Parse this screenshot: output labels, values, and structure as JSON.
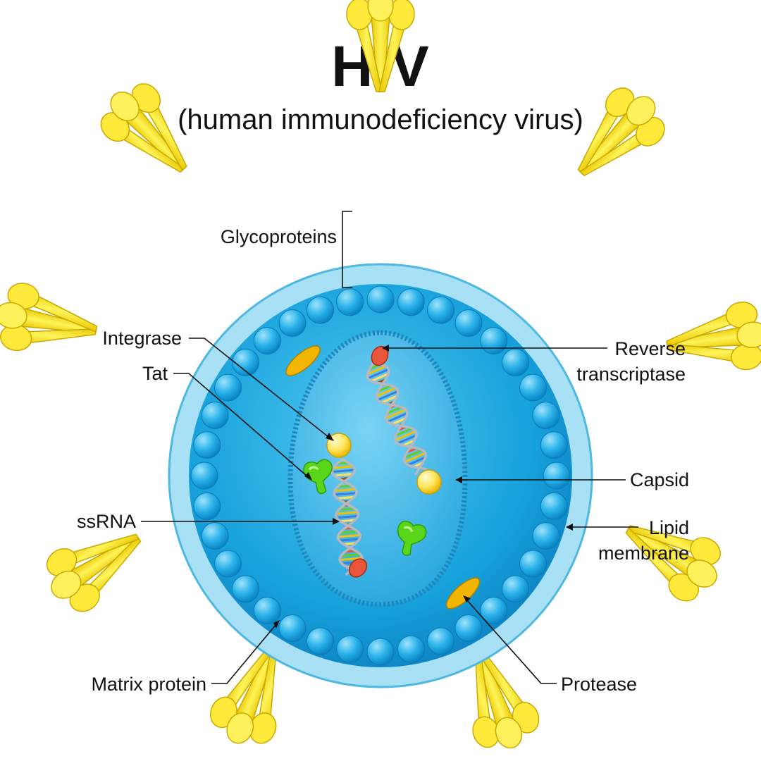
{
  "title": "HIV",
  "subtitle": "(human immunodeficiency virus)",
  "labels": {
    "glycoproteins": "Glycoproteins",
    "integrase": "Integrase",
    "tat": "Tat",
    "ssrna": "ssRNA",
    "matrix_protein": "Matrix protein",
    "reverse_transcriptase_line1": "Reverse",
    "reverse_transcriptase_line2": "transcriptase",
    "capsid": "Capsid",
    "lipid_membrane_line1": "Lipid",
    "lipid_membrane_line2": "membrane",
    "protease": "Protease"
  },
  "colors": {
    "membrane_outer": "#a8e0f5",
    "membrane_edge": "#4fb8e0",
    "interior": "#1aa3dc",
    "matrix_sphere": "#2bb3ea",
    "capsid_fill": "#5cc5ec",
    "glycoprotein": "#ffea00",
    "protease": "#f2b600",
    "integrase": "#ffe066",
    "tat": "#66dd22",
    "reverse_transcriptase": "#e8553a"
  }
}
